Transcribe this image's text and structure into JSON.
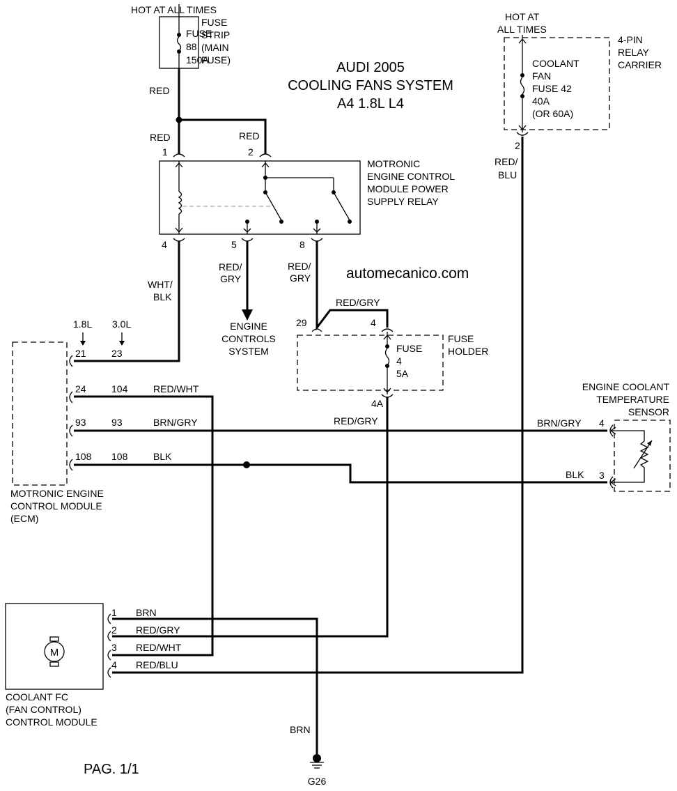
{
  "title": {
    "line1": "AUDI 2005",
    "line2": "COOLING FANS SYSTEM",
    "line3": "A4 1.8L L4"
  },
  "watermark": "automecanico.com",
  "page_label": "PAG. 1/1",
  "hot_left": "HOT AT ALL TIMES",
  "main_fuse": {
    "lines": [
      "FUSE",
      "88",
      "150A"
    ],
    "desc": [
      "FUSE",
      "STRIP",
      "(MAIN",
      "FUSE)"
    ]
  },
  "hot_right": [
    "HOT AT",
    "ALL TIMES"
  ],
  "relay_carrier": {
    "lines": [
      "4-PIN",
      "RELAY",
      "CARRIER"
    ],
    "fuse": [
      "COOLANT",
      "FAN",
      "FUSE 42",
      "40A",
      "(OR 60A)"
    ],
    "pin": "2"
  },
  "power_relay": {
    "desc": [
      "MOTRONIC",
      "ENGINE CONTROL",
      "MODULE POWER",
      "SUPPLY RELAY"
    ],
    "pins": {
      "p1": "1",
      "p2": "2",
      "p4": "4",
      "p5": "5",
      "p8": "8"
    }
  },
  "wires": {
    "red_a": "RED",
    "red_b": "RED",
    "red_c": "RED",
    "red_blu_1": "RED/",
    "red_blu_2": "BLU",
    "wht_blk_1": "WHT/",
    "wht_blk_2": "BLK",
    "red_gry5_1": "RED/",
    "red_gry5_2": "GRY",
    "red_gry8_1": "RED/",
    "red_gry8_2": "GRY",
    "red_gry_top": "RED/GRY",
    "red_gry_4a": "RED/GRY",
    "red_wht": "RED/WHT",
    "brn_gry": "BRN/GRY",
    "brn_gry_sensor": "BRN/GRY",
    "blk": "BLK",
    "blk_sensor": "BLK",
    "brn_ground": "BRN"
  },
  "engine_controls": [
    "ENGINE",
    "CONTROLS",
    "SYSTEM"
  ],
  "fuse_holder": {
    "desc": [
      "FUSE",
      "HOLDER"
    ],
    "fuse": [
      "FUSE",
      "4",
      "5A"
    ],
    "pin29": "29",
    "pin4": "4",
    "pin4a": "4A"
  },
  "ecm": {
    "desc": [
      "MOTRONIC ENGINE",
      "CONTROL MODULE",
      "(ECM)"
    ],
    "engine_18": "1.8L",
    "engine_30": "3.0L",
    "rows": [
      {
        "pin18": "21",
        "pin30": "23"
      },
      {
        "pin18": "24",
        "pin30": "104"
      },
      {
        "pin18": "93",
        "pin30": "93"
      },
      {
        "pin18": "108",
        "pin30": "108"
      }
    ]
  },
  "sensor": {
    "desc": [
      "ENGINE COOLANT",
      "TEMPERATURE",
      "SENSOR"
    ],
    "pin4": "4",
    "pin3": "3"
  },
  "fan_control": {
    "desc": [
      "COOLANT FC",
      "(FAN CONTROL)",
      "CONTROL MODULE"
    ],
    "motor": "M",
    "rows": [
      {
        "pin": "1",
        "wire": "BRN"
      },
      {
        "pin": "2",
        "wire": "RED/GRY"
      },
      {
        "pin": "3",
        "wire": "RED/WHT"
      },
      {
        "pin": "4",
        "wire": "RED/BLU"
      }
    ]
  },
  "ground": "G26"
}
